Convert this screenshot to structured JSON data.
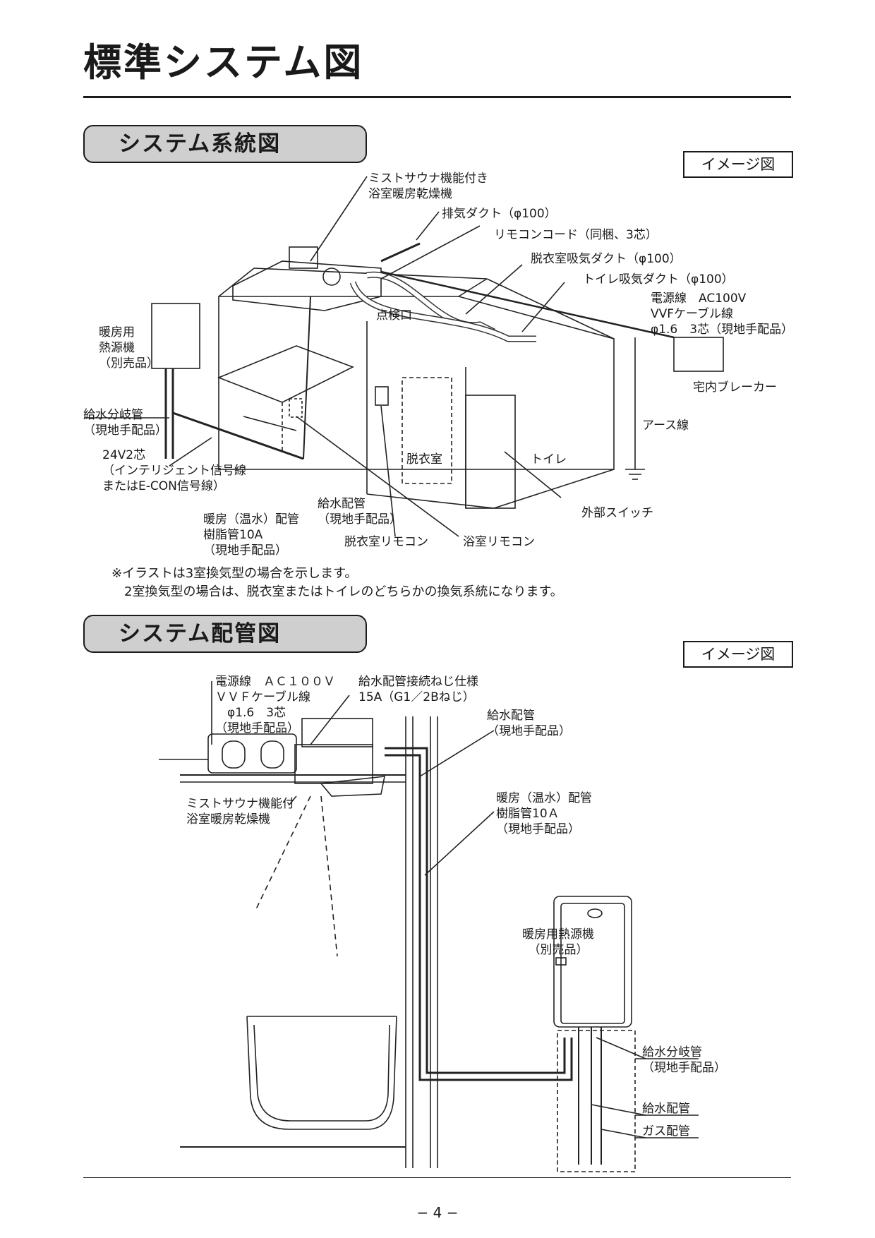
{
  "page_title": "標準システム図",
  "section1": {
    "title": "システム系統図",
    "image_tag": "イメージ図",
    "labels": {
      "fan": "ミストサウナ機能付き\n浴室暖房乾燥機",
      "exhaust_duct": "排気ダクト（φ100）",
      "remote_cord": "リモコンコード（同梱、3芯）",
      "dressing_intake": "脱衣室吸気ダクト（φ100）",
      "toilet_intake": "トイレ吸気ダクト（φ100）",
      "power_line": "電源線　AC100V\nVVFケーブル線\nφ1.6　3芯（現地手配品）",
      "inspection": "点検口",
      "breaker": "宅内ブレーカー",
      "heat_source": "暖房用\n熱源機\n（別売品）",
      "water_branch": "給水分岐管\n（現地手配品）",
      "signal_line": "24V2芯\n（インテリジェント信号線\nまたはE-CON信号線）",
      "earth": "アース線",
      "dressing_room": "脱衣室",
      "toilet": "トイレ",
      "external_switch": "外部スイッチ",
      "water_pipe": "給水配管\n（現地手配品）",
      "heating_pipe": "暖房（温水）配管\n樹脂管10A\n（現地手配品）",
      "dressing_remote": "脱衣室リモコン",
      "bath_remote": "浴室リモコン"
    },
    "note_lines": [
      "※イラストは3室換気型の場合を示します。",
      "　2室換気型の場合は、脱衣室またはトイレのどちらかの換気系統になります。"
    ]
  },
  "section2": {
    "title": "システム配管図",
    "image_tag": "イメージ図",
    "labels": {
      "power_line": "電源線　ＡＣ１００Ｖ\nＶＶＦケーブル線\n　φ1.6　3芯\n（現地手配品）",
      "thread_spec": "給水配管接続ねじ仕様\n15A（G1／2Bねじ）",
      "water_pipe": "給水配管\n（現地手配品）",
      "fan": "ミストサウナ機能付\n浴室暖房乾燥機",
      "heating_pipe": "暖房（温水）配管\n樹脂管10Ａ\n（現地手配品）",
      "heat_source": "暖房用熱源機\n　（別売品）",
      "water_branch": "給水分岐管\n（現地手配品）",
      "water_pipe2": "給水配管",
      "gas_pipe": "ガス配管"
    }
  },
  "page_number": "− 4 −"
}
